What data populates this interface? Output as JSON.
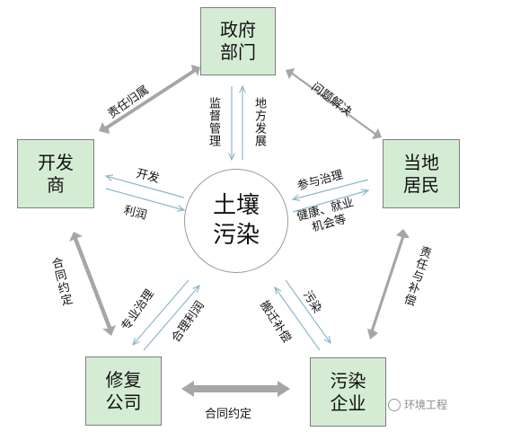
{
  "nodes": {
    "government": "政府\n部门",
    "residents": "当地\n居民",
    "polluter": "污染\n企业",
    "remediation": "修复\n公司",
    "developer": "开发\n商"
  },
  "center": "土壤\n污染",
  "labels": {
    "gov_dev": "责任归属",
    "gov_res": "问题解决",
    "supervise": "监督管理",
    "develop_area": "地方发展",
    "dev_out": "开发",
    "dev_in": "利润",
    "res_in": "参与治理",
    "res_out": "健康、就业\n机会等",
    "res_pol": "责任与补偿",
    "dev_rem": "合同约定",
    "rem_in": "专业治理",
    "rem_out": "合理利润",
    "pol_in": "污染",
    "pol_out": "搬迁补偿",
    "rem_pol": "合同约定"
  },
  "watermark": "环境工程",
  "colors": {
    "box_fill": "#d5ecd4",
    "box_border": "#7f7f7f",
    "thick_arrow": "#a6a6a6",
    "thin_arrow": "#8fb7c9"
  }
}
